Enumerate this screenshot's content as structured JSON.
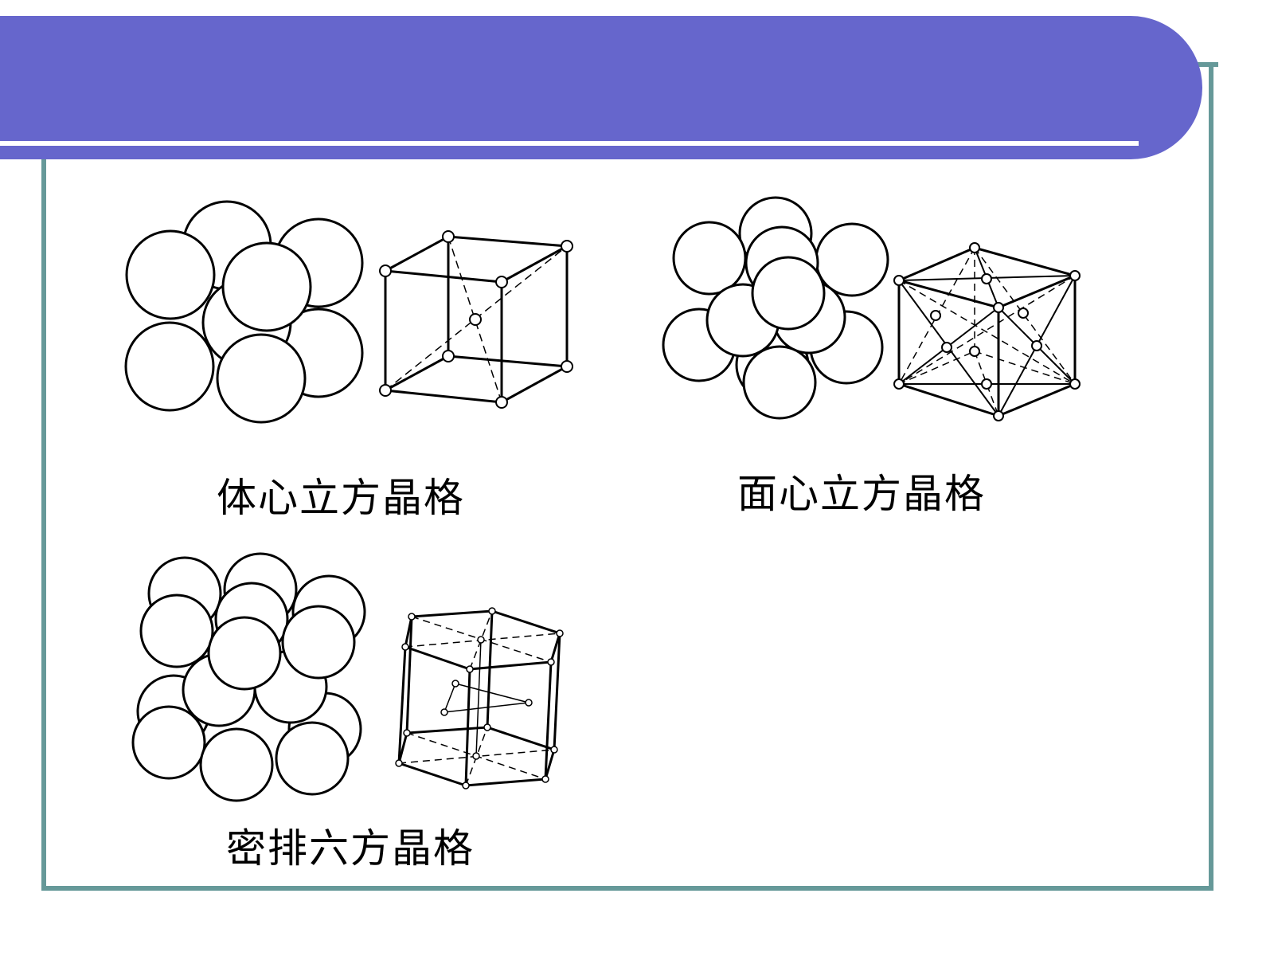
{
  "captions": {
    "bcc": "体心立方晶格",
    "fcc": "面心立方晶格",
    "hcp": "密排六方晶格"
  },
  "colors": {
    "banner": "#6666cc",
    "frame": "#669999"
  }
}
